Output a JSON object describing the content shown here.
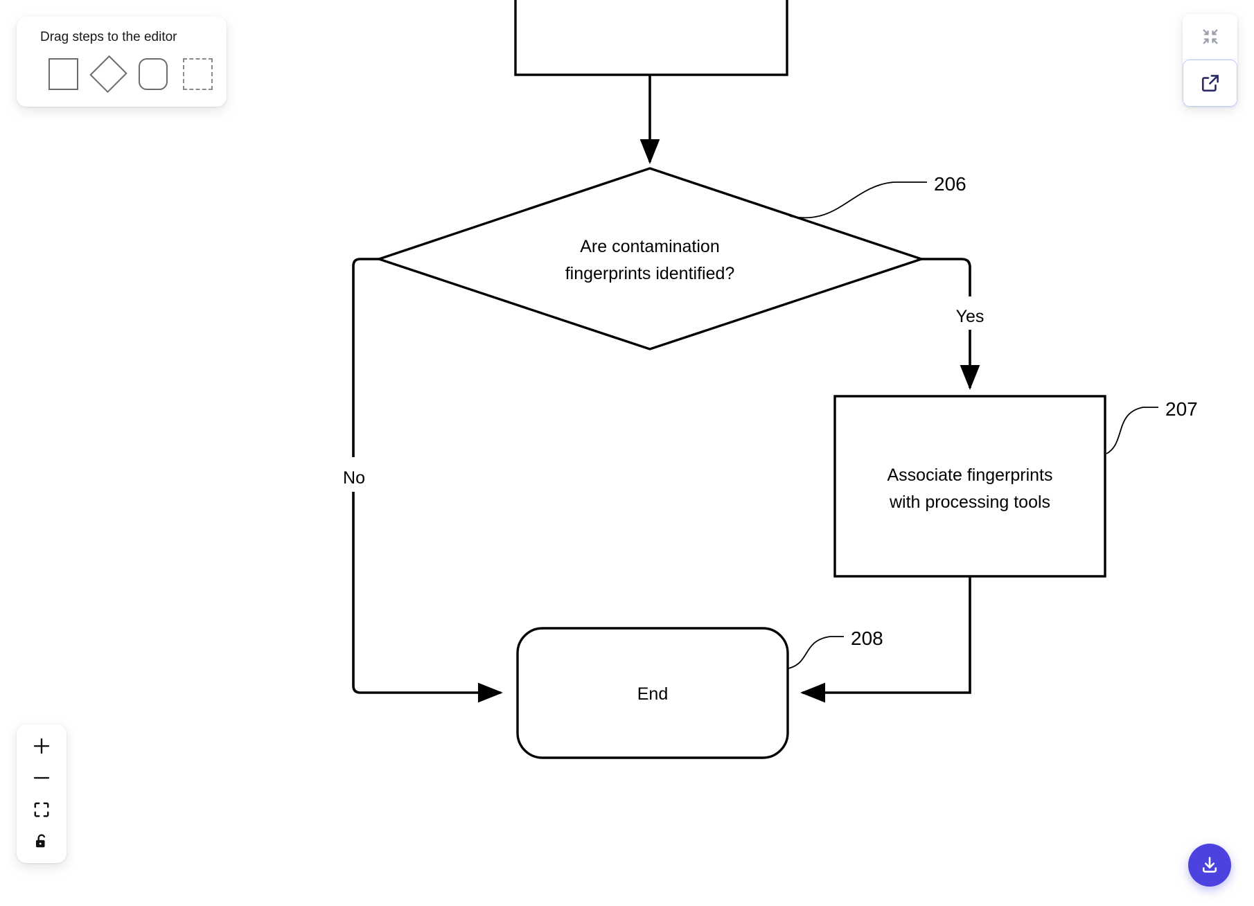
{
  "palette": {
    "title": "Drag steps to the editor",
    "shapes": [
      {
        "name": "process-rectangle",
        "icon": "square-icon"
      },
      {
        "name": "decision-diamond",
        "icon": "diamond-icon"
      },
      {
        "name": "terminal-rounded",
        "icon": "rounded-square-icon"
      },
      {
        "name": "placeholder-dashed",
        "icon": "dashed-square-icon"
      }
    ]
  },
  "top_right_controls": [
    {
      "name": "collapse-button",
      "icon": "collapse-arrows-icon",
      "color": "#9aa1ac"
    },
    {
      "name": "open-external-button",
      "icon": "external-link-icon",
      "color": "#2a2a66"
    }
  ],
  "zoom_controls": [
    {
      "name": "zoom-in-button",
      "icon": "plus-icon"
    },
    {
      "name": "zoom-out-button",
      "icon": "minus-icon"
    },
    {
      "name": "fit-view-button",
      "icon": "fit-frame-icon"
    },
    {
      "name": "lock-toggle-button",
      "icon": "unlocked-padlock-icon"
    }
  ],
  "download_button": {
    "name": "download-button",
    "icon": "download-icon",
    "color": "#4b42e0"
  },
  "chart_data": {
    "type": "diagram",
    "title": "",
    "nodes": [
      {
        "id": "top",
        "shape": "rectangle",
        "label": "",
        "ref": ""
      },
      {
        "id": "decision",
        "shape": "diamond",
        "label": "Are contamination fingerprints identified?",
        "ref": "206"
      },
      {
        "id": "process",
        "shape": "rectangle",
        "label": "Associate fingerprints with processing tools",
        "ref": "207"
      },
      {
        "id": "end",
        "shape": "rounded-rectangle",
        "label": "End",
        "ref": "208"
      }
    ],
    "edges": [
      {
        "from": "top",
        "to": "decision",
        "label": ""
      },
      {
        "from": "decision",
        "to": "end",
        "label": "No"
      },
      {
        "from": "decision",
        "to": "process",
        "label": "Yes"
      },
      {
        "from": "process",
        "to": "end",
        "label": ""
      }
    ]
  },
  "diagram": {
    "node_top_label": "",
    "node_decision_line1": "Are contamination",
    "node_decision_line2": "fingerprints identified?",
    "node_process_line1": "Associate fingerprints",
    "node_process_line2": "with processing tools",
    "node_end_label": "End",
    "edge_label_no": "No",
    "edge_label_yes": "Yes",
    "ref_206": "206",
    "ref_207": "207",
    "ref_208": "208"
  }
}
